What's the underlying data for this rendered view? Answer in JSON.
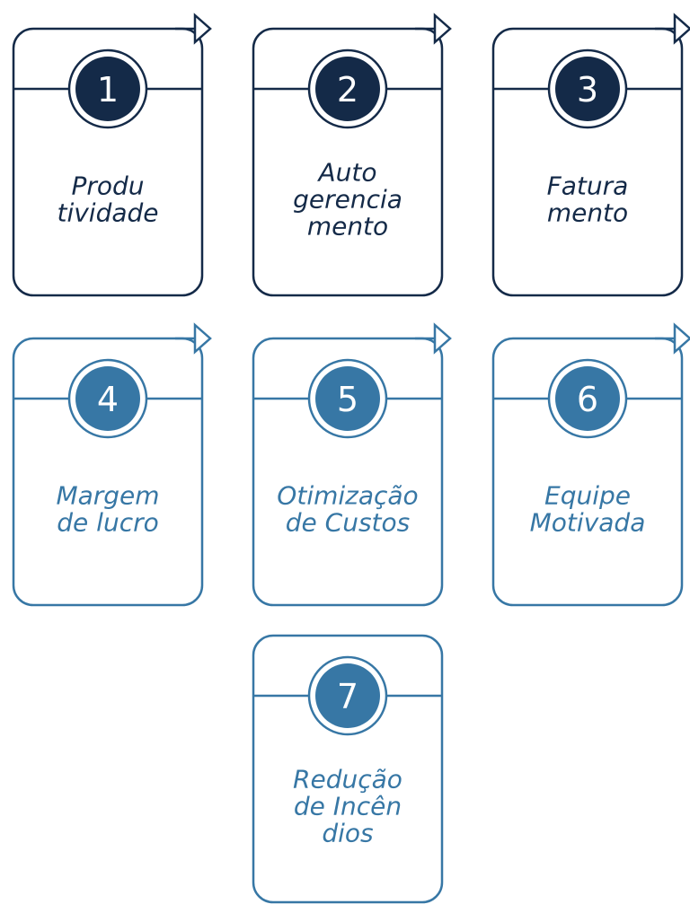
{
  "colors": {
    "dark": "#142a48",
    "blue": "#3777a5",
    "background": "#ffffff",
    "number_text": "#ffffff"
  },
  "cards": [
    {
      "number": "1",
      "lines": [
        "Produ",
        "tividade"
      ],
      "theme": "dark",
      "arrow": true
    },
    {
      "number": "2",
      "lines": [
        "Auto",
        "gerencia",
        "mento"
      ],
      "theme": "dark",
      "arrow": true
    },
    {
      "number": "3",
      "lines": [
        "Fatura",
        "mento"
      ],
      "theme": "dark",
      "arrow": true
    },
    {
      "number": "4",
      "lines": [
        "Margem",
        "de lucro"
      ],
      "theme": "blue",
      "arrow": true
    },
    {
      "number": "5",
      "lines": [
        "Otimização",
        "de Custos"
      ],
      "theme": "blue",
      "arrow": true
    },
    {
      "number": "6",
      "lines": [
        "Equipe",
        "Motivada"
      ],
      "theme": "blue",
      "arrow": true
    },
    {
      "number": "7",
      "lines": [
        "Redução",
        "de Incên",
        "dios"
      ],
      "theme": "blue",
      "arrow": false
    }
  ]
}
